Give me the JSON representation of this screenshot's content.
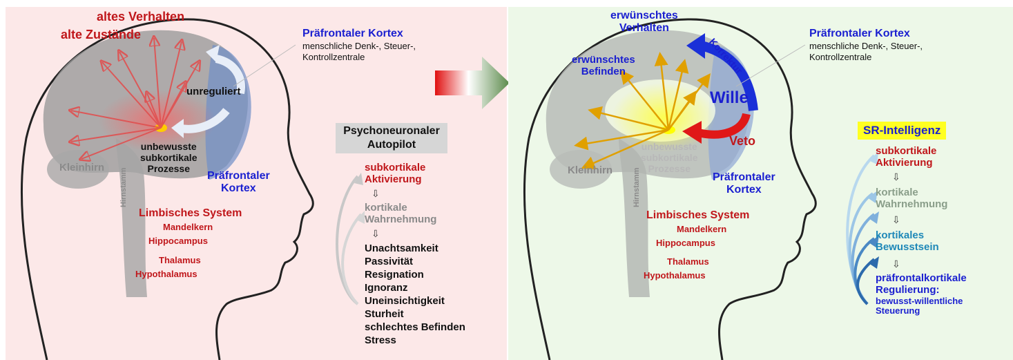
{
  "left": {
    "label_old_behaviour": "altes Verhalten",
    "label_old_states": "alte Zustände",
    "pfc_title": "Präfrontaler Kortex",
    "pfc_desc_1": "menschliche Denk-, Steuer-,",
    "pfc_desc_2": "Kontrollzentrale",
    "label_unregulated": "unreguliert",
    "label_unconscious_1": "unbewusste",
    "label_unconscious_2": "subkortikale",
    "label_unconscious_3": "Prozesse",
    "label_cerebellum": "Kleinhirn",
    "label_brainstem": "Hirnstamm",
    "label_pfc_small_1": "Präfrontaler",
    "label_pfc_small_2": "Kortex",
    "limbic_title": "Limbisches System",
    "limbic_1": "Mandelkern",
    "limbic_2": "Hippocampus",
    "limbic_3": "Thalamus",
    "limbic_4": "Hypothalamus",
    "box_title_1": "Psychoneuronaler",
    "box_title_2": "Autopilot",
    "flow_1a": "subkortikale",
    "flow_1b": "Aktivierung",
    "flow_2a": "kortikale",
    "flow_2b": "Wahrnehmung",
    "down_arrow": "⇩",
    "list": [
      "Unachtsamkeit",
      "Passivität",
      "Resignation",
      "Ignoranz",
      "Uneinsichtigkeit",
      "Sturheit",
      "schlechtes Befinden",
      "Stress"
    ]
  },
  "right": {
    "label_desired_behaviour_1": "erwünschtes",
    "label_desired_behaviour_2": "Verhalten",
    "label_desired_state_1": "erwünschtes",
    "label_desired_state_2": "Befinden",
    "label_correction": "Korrektur",
    "label_will": "Wille",
    "label_veto": "Veto",
    "pfc_title": "Präfrontaler Kortex",
    "pfc_desc_1": "menschliche Denk-, Steuer-,",
    "pfc_desc_2": "Kontrollzentrale",
    "label_unconscious_1": "unbewusste",
    "label_unconscious_2": "subkortikale",
    "label_unconscious_3": "Prozesse",
    "label_cerebellum": "Kleinhirn",
    "label_brainstem": "Hirnstamm",
    "label_pfc_small_1": "Präfrontaler",
    "label_pfc_small_2": "Kortex",
    "limbic_title": "Limbisches System",
    "limbic_1": "Mandelkern",
    "limbic_2": "Hippocampus",
    "limbic_3": "Thalamus",
    "limbic_4": "Hypothalamus",
    "sr_title": "SR-Intelligenz",
    "sr_1a": "subkortikale",
    "sr_1b": "Aktivierung",
    "sr_2a": "kortikale",
    "sr_2b": "Wahrnehmung",
    "sr_3a": "kortikales",
    "sr_3b": "Bewusstsein",
    "sr_4a": "präfrontalkortikale",
    "sr_4b": "Regulierung:",
    "sr_4c": "bewusst-willentliche",
    "sr_4d": "Steuerung",
    "down_arrow": "⇩"
  },
  "colors": {
    "left_bg": "#fce8e8",
    "right_bg": "#edf8e8",
    "red_text": "#c0171b",
    "blue_text": "#1a1fd0",
    "sr_highlight": "#ffff22"
  }
}
